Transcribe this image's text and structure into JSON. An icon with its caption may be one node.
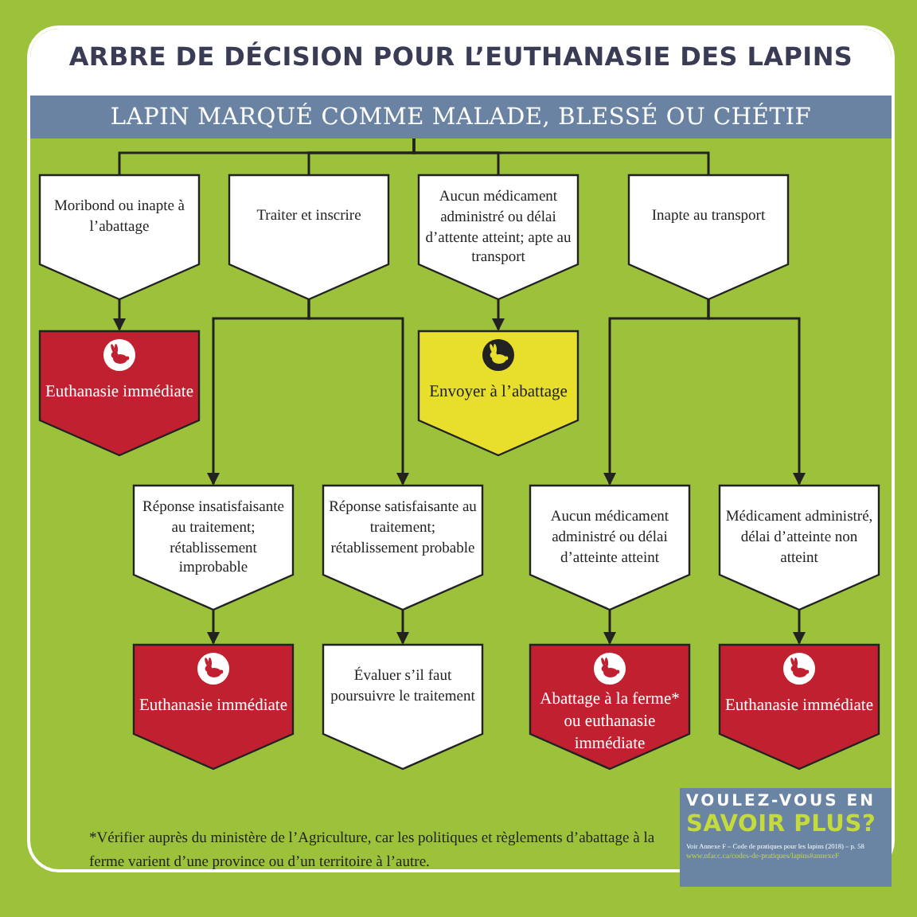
{
  "diagram": {
    "title": "ARBRE DE DÉCISION POUR L’EUTHANASIE DES LAPINS",
    "nodes": [
      {
        "text": [
          "LAPIN MARQUÉ COMME MALADE, BLESSÉ OU CHÉTIF"
        ]
      },
      {
        "text": [
          "Moribond ou inapte à l’abattage"
        ]
      },
      {
        "text": [
          "Traiter et inscrire"
        ]
      },
      {
        "text": [
          "Aucun médicament administré ou délai d’attente atteint; apte au transport"
        ]
      },
      {
        "text": [
          "Inapte au transport"
        ]
      },
      {
        "text": [
          "Euthanasie immédiate"
        ]
      },
      {
        "text": [
          "Envoyer à l’abattage"
        ]
      },
      {
        "text": [
          "Réponse insatisfaisante au traitement; rétablissement improbable"
        ]
      },
      {
        "text": [
          "Réponse satisfaisante au traitement; rétablissement probable"
        ]
      },
      {
        "text": [
          "Aucun médicament administré ou délai d’atteinte atteint"
        ]
      },
      {
        "text": [
          "Médicament administré, délai d’atteinte non atteint"
        ]
      },
      {
        "text": [
          "Euthanasie immédiate"
        ]
      },
      {
        "text": [
          "Évaluer s’il faut poursuivre le traitement"
        ]
      },
      {
        "text": [
          "Abattage à la ferme* ou euthanasie immédiate"
        ]
      },
      {
        "text": [
          "Euthanasie immédiate"
        ]
      }
    ],
    "edges": [
      {
        "from": 0,
        "to": 1,
        "arrow": "none"
      },
      {
        "from": 0,
        "to": 2,
        "arrow": "none"
      },
      {
        "from": 0,
        "to": 3,
        "arrow": "none"
      },
      {
        "from": 0,
        "to": 4,
        "arrow": "none"
      },
      {
        "from": 1,
        "to": 5,
        "arrow": "to"
      },
      {
        "from": 2,
        "to": 7,
        "arrow": "to"
      },
      {
        "from": 2,
        "to": 8,
        "arrow": "to"
      },
      {
        "from": 3,
        "to": 6,
        "arrow": "to"
      },
      {
        "from": 4,
        "to": 9,
        "arrow": "to"
      },
      {
        "from": 4,
        "to": 10,
        "arrow": "to"
      },
      {
        "from": 7,
        "to": 11,
        "arrow": "to"
      },
      {
        "from": 8,
        "to": 12,
        "arrow": "to"
      },
      {
        "from": 9,
        "to": 13,
        "arrow": "to"
      },
      {
        "from": 10,
        "to": 14,
        "arrow": "to"
      }
    ],
    "labels": [
      "*Vérifier auprès du ministère de l’Agriculture, car les politiques et règlements d’abattage à la ferme varient d’une province ou d’un territoire à l’autre.",
      "VOULEZ-VOUS EN",
      "SAVOIR PLUS?",
      "Voir Annexe F – Code de pratiques pour les lapins (2018) – p. 58",
      "www.nfacc.ca/codes-de-pratiques/lapins#annexeF"
    ]
  }
}
